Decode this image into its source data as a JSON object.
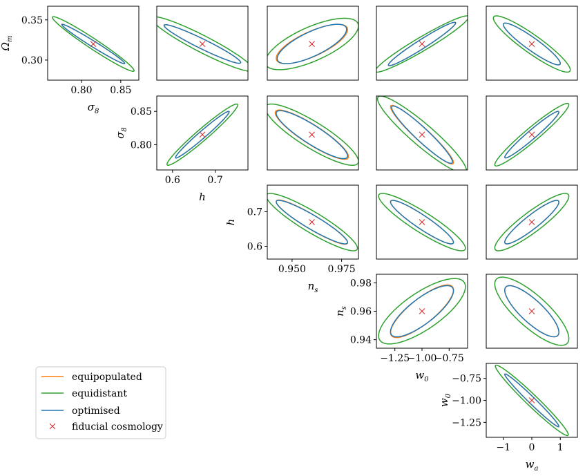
{
  "chart_data": {
    "type": "corner-plot",
    "parameters": [
      {
        "key": "Om",
        "label": "Ω_m",
        "main": "Ω",
        "sub": "m",
        "fiducial": 0.32,
        "range": [
          0.275,
          0.367
        ],
        "ticks": [
          {
            "v": 0.3,
            "t": "0.30"
          },
          {
            "v": 0.35,
            "t": "0.35"
          }
        ]
      },
      {
        "key": "s8",
        "label": "σ_8",
        "main": "σ",
        "sub": "8",
        "fiducial": 0.815,
        "range": [
          0.757,
          0.873
        ],
        "ticks": [
          {
            "v": 0.8,
            "t": "0.80"
          },
          {
            "v": 0.85,
            "t": "0.85"
          }
        ]
      },
      {
        "key": "h",
        "label": "h",
        "main": "h",
        "sub": "",
        "fiducial": 0.67,
        "range": [
          0.563,
          0.777
        ],
        "ticks": [
          {
            "v": 0.6,
            "t": "0.6"
          },
          {
            "v": 0.7,
            "t": "0.7"
          }
        ]
      },
      {
        "key": "ns",
        "label": "n_s",
        "main": "n",
        "sub": "s",
        "fiducial": 0.96,
        "range": [
          0.934,
          0.986
        ],
        "ticks": [
          {
            "v": 0.95,
            "t": "0.950"
          },
          {
            "v": 0.975,
            "t": "0.975"
          },
          {
            "v": 0.94,
            "t": "0.94"
          },
          {
            "v": 0.96,
            "t": "0.96"
          },
          {
            "v": 0.98,
            "t": "0.98"
          }
        ]
      },
      {
        "key": "w0",
        "label": "w_0",
        "main": "w",
        "sub": "0",
        "fiducial": -1.0,
        "range": [
          -1.42,
          -0.58
        ],
        "ticks": [
          {
            "v": -1.25,
            "t": "−1.25"
          },
          {
            "v": -1.0,
            "t": "−1.00"
          },
          {
            "v": -0.75,
            "t": "−0.75"
          }
        ]
      },
      {
        "key": "wa",
        "label": "w_a",
        "main": "w",
        "sub": "a",
        "fiducial": 0.0,
        "range": [
          -1.6,
          1.6
        ],
        "ticks": [
          {
            "v": -1,
            "t": "−1"
          },
          {
            "v": 0,
            "t": "0"
          },
          {
            "v": 1,
            "t": "1"
          }
        ]
      }
    ],
    "x_tick_sets": {
      "s8": [
        {
          "v": 0.8,
          "t": "0.80"
        },
        {
          "v": 0.85,
          "t": "0.85"
        }
      ],
      "h": [
        {
          "v": 0.6,
          "t": "0.6"
        },
        {
          "v": 0.7,
          "t": "0.7"
        }
      ],
      "ns": [
        {
          "v": 0.95,
          "t": "0.950"
        },
        {
          "v": 0.975,
          "t": "0.975"
        }
      ],
      "w0": [
        {
          "v": -1.25,
          "t": "−1.25"
        },
        {
          "v": -1.0,
          "t": "−1.00"
        },
        {
          "v": -0.75,
          "t": "−0.75"
        }
      ],
      "wa": [
        {
          "v": -1,
          "t": "−1"
        },
        {
          "v": 0,
          "t": "0"
        },
        {
          "v": 1,
          "t": "1"
        }
      ]
    },
    "x_tick_sets_extra": {
      "s8_first_row": [
        {
          "v": 0.8,
          "t": "0.80"
        },
        {
          "v": 0.85,
          "t": "0.85"
        }
      ]
    },
    "y_tick_sets": {
      "Om": [
        {
          "v": 0.3,
          "t": "0.30"
        },
        {
          "v": 0.35,
          "t": "0.35"
        }
      ],
      "s8": [
        {
          "v": 0.8,
          "t": "0.80"
        },
        {
          "v": 0.85,
          "t": "0.85"
        }
      ],
      "h": [
        {
          "v": 0.6,
          "t": "0.6"
        },
        {
          "v": 0.7,
          "t": "0.7"
        }
      ],
      "ns": [
        {
          "v": 0.94,
          "t": "0.94"
        },
        {
          "v": 0.96,
          "t": "0.96"
        },
        {
          "v": 0.98,
          "t": "0.98"
        }
      ],
      "w0": [
        {
          "v": -1.25,
          "t": "−1.25"
        },
        {
          "v": -1.0,
          "t": "−1.00"
        },
        {
          "v": -0.75,
          "t": "−0.75"
        }
      ]
    },
    "x_ranges": {
      "s8": [
        0.757,
        0.873
      ],
      "h": [
        0.563,
        0.777
      ],
      "ns": [
        0.9375,
        0.9835
      ],
      "w0": [
        -1.42,
        -0.58
      ],
      "wa": [
        -1.6,
        1.6
      ]
    },
    "y_ranges": {
      "Om": [
        0.275,
        0.367
      ],
      "s8": [
        0.762,
        0.873
      ],
      "h": [
        0.563,
        0.777
      ],
      "ns": [
        0.934,
        0.986
      ],
      "w0": [
        -1.42,
        -0.58
      ]
    },
    "row_params": [
      "Om",
      "s8",
      "h",
      "ns",
      "w0"
    ],
    "col_params": [
      "s8",
      "h",
      "ns",
      "w0",
      "wa"
    ],
    "series": [
      {
        "name": "equipopulated",
        "color": "#ff7f0e"
      },
      {
        "name": "equidistant",
        "color": "#2ca02c"
      },
      {
        "name": "optimised",
        "color": "#1f77b4"
      },
      {
        "name": "fiducial cosmology",
        "color": "#d62728",
        "marker": "x"
      }
    ],
    "ellipses": {
      "r0c0": {
        "optimised": [
          0.04,
          0.0245,
          -0.985
        ],
        "equipopulated": [
          0.04,
          0.0245,
          -0.985
        ],
        "equidistant": [
          0.052,
          0.034,
          -0.975
        ]
      },
      "r0c1": {
        "optimised": [
          0.09,
          0.024,
          -0.96
        ],
        "equipopulated": [
          0.09,
          0.024,
          -0.96
        ],
        "equidistant": [
          0.12,
          0.034,
          -0.94
        ]
      },
      "r0c2": {
        "optimised": [
          0.0175,
          0.0245,
          0.74
        ],
        "equipopulated": [
          0.018,
          0.0245,
          0.73
        ],
        "equidistant": [
          0.0235,
          0.032,
          0.7
        ]
      },
      "r0c3": {
        "optimised": [
          0.31,
          0.027,
          0.97
        ],
        "equipopulated": [
          0.31,
          0.027,
          0.97
        ],
        "equidistant": [
          0.43,
          0.035,
          0.96
        ]
      },
      "r0c4": {
        "optimised": [
          1.0,
          0.026,
          -0.93
        ],
        "equipopulated": [
          1.0,
          0.026,
          -0.93
        ],
        "equidistant": [
          1.35,
          0.035,
          -0.92
        ]
      },
      "r1c1": {
        "optimised": [
          0.063,
          0.035,
          0.98
        ],
        "equipopulated": [
          0.063,
          0.035,
          0.98
        ],
        "equidistant": [
          0.083,
          0.046,
          0.97
        ]
      },
      "r1c2": {
        "optimised": [
          0.018,
          0.036,
          -0.89
        ],
        "equipopulated": [
          0.0185,
          0.037,
          -0.89
        ],
        "equidistant": [
          0.0235,
          0.046,
          -0.87
        ]
      },
      "r1c3": {
        "optimised": [
          0.28,
          0.043,
          -0.95
        ],
        "equipopulated": [
          0.29,
          0.044,
          -0.95
        ],
        "equidistant": [
          0.41,
          0.058,
          -0.93
        ]
      },
      "r1c4": {
        "optimised": [
          0.95,
          0.035,
          0.97
        ],
        "equipopulated": [
          0.95,
          0.035,
          0.97
        ],
        "equidistant": [
          1.3,
          0.047,
          0.96
        ]
      },
      "r2c2": {
        "optimised": [
          0.018,
          0.063,
          -0.93
        ],
        "equipopulated": [
          0.018,
          0.064,
          -0.93
        ],
        "equidistant": [
          0.023,
          0.083,
          -0.91
        ]
      },
      "r2c3": {
        "optimised": [
          0.29,
          0.063,
          -0.93
        ],
        "equipopulated": [
          0.29,
          0.063,
          -0.93
        ],
        "equidistant": [
          0.4,
          0.083,
          -0.91
        ]
      },
      "r2c4": {
        "optimised": [
          0.95,
          0.063,
          0.92
        ],
        "equipopulated": [
          0.95,
          0.063,
          0.92
        ],
        "equidistant": [
          1.3,
          0.083,
          0.9
        ]
      },
      "r3c3": {
        "optimised": [
          0.29,
          0.018,
          0.8
        ],
        "equipopulated": [
          0.29,
          0.0185,
          0.81
        ],
        "equidistant": [
          0.4,
          0.023,
          0.75
        ]
      },
      "r3c4": {
        "optimised": [
          0.95,
          0.018,
          -0.82
        ],
        "equipopulated": [
          0.95,
          0.018,
          -0.82
        ],
        "equidistant": [
          1.3,
          0.024,
          -0.8
        ]
      },
      "r4c4": {
        "optimised": [
          0.95,
          0.3,
          -0.985
        ],
        "equipopulated": [
          0.95,
          0.3,
          -0.985
        ],
        "equidistant": [
          1.28,
          0.4,
          -0.975
        ]
      }
    }
  }
}
